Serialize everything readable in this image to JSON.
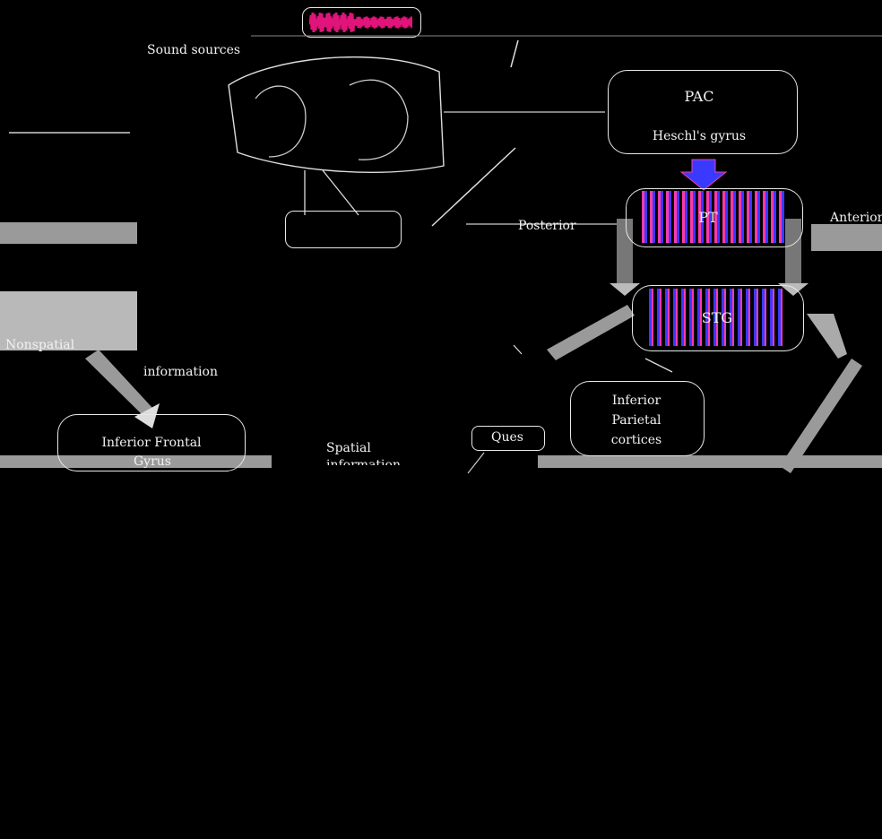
{
  "labels": {
    "sound_sources": "Sound sources",
    "pac": "PAC",
    "heschls_gyrus": "Heschl's gyrus",
    "pt": "PT",
    "stg": "STG",
    "posterior": "Posterior",
    "anterior": "Anterior",
    "nonspatial": "Nonspatial",
    "information": "information",
    "inferior_frontal": "Inferior Frontal",
    "gyrus": "Gyrus",
    "spatial": "Spatial",
    "information_2": "information",
    "ques": "Ques",
    "inferior": "Inferior",
    "parietal": "Parietal",
    "cortices": "cortices"
  },
  "colors": {
    "background": "#000000",
    "waveform": "#e0147a",
    "stripe_pink": "#ff3aa8",
    "stripe_blue": "#3a3aff",
    "pale_band": "#9a9a9a",
    "arrow_gray": "#bdbdbd"
  }
}
